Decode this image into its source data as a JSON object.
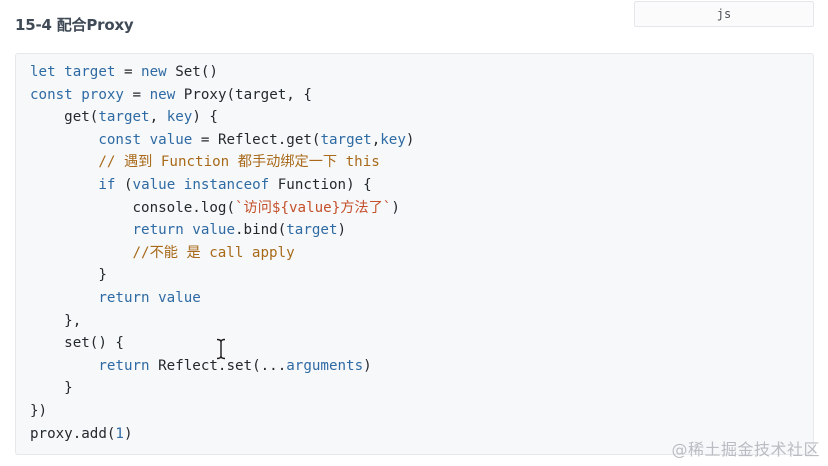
{
  "heading": "15-4 配合Proxy",
  "language_tag": "js",
  "watermark": "@稀土掘金技术社区",
  "colors": {
    "keyword": "#2e6aa3",
    "comment": "#a86a1a",
    "string": "#c4502b",
    "text": "#24292e",
    "code_background": "#f7f8fa"
  },
  "code": {
    "lines": [
      [
        {
          "t": "kw",
          "v": "let"
        },
        {
          "t": "plain",
          "v": " "
        },
        {
          "t": "kw",
          "v": "target"
        },
        {
          "t": "plain",
          "v": " = "
        },
        {
          "t": "kw",
          "v": "new"
        },
        {
          "t": "plain",
          "v": " Set()"
        }
      ],
      [
        {
          "t": "kw",
          "v": "const"
        },
        {
          "t": "plain",
          "v": " "
        },
        {
          "t": "kw",
          "v": "proxy"
        },
        {
          "t": "plain",
          "v": " = "
        },
        {
          "t": "kw",
          "v": "new"
        },
        {
          "t": "plain",
          "v": " Proxy(target, {"
        }
      ],
      [
        {
          "t": "plain",
          "v": "    get("
        },
        {
          "t": "kw",
          "v": "target"
        },
        {
          "t": "plain",
          "v": ", "
        },
        {
          "t": "kw",
          "v": "key"
        },
        {
          "t": "plain",
          "v": ") {"
        }
      ],
      [
        {
          "t": "plain",
          "v": "        "
        },
        {
          "t": "kw",
          "v": "const"
        },
        {
          "t": "plain",
          "v": " "
        },
        {
          "t": "kw",
          "v": "value"
        },
        {
          "t": "plain",
          "v": " = Reflect.get("
        },
        {
          "t": "kw",
          "v": "target"
        },
        {
          "t": "plain",
          "v": ","
        },
        {
          "t": "kw",
          "v": "key"
        },
        {
          "t": "plain",
          "v": ")"
        }
      ],
      [
        {
          "t": "plain",
          "v": "        "
        },
        {
          "t": "cmt",
          "v": "// 遇到 Function 都手动绑定一下 this"
        }
      ],
      [
        {
          "t": "plain",
          "v": "        "
        },
        {
          "t": "kw",
          "v": "if"
        },
        {
          "t": "plain",
          "v": " ("
        },
        {
          "t": "kw",
          "v": "value"
        },
        {
          "t": "plain",
          "v": " "
        },
        {
          "t": "kw",
          "v": "instanceof"
        },
        {
          "t": "plain",
          "v": " Function) {"
        }
      ],
      [
        {
          "t": "plain",
          "v": "            console.log("
        },
        {
          "t": "str",
          "v": "`访问${value}方法了`"
        },
        {
          "t": "plain",
          "v": ")"
        }
      ],
      [
        {
          "t": "plain",
          "v": "            "
        },
        {
          "t": "kw",
          "v": "return"
        },
        {
          "t": "plain",
          "v": " "
        },
        {
          "t": "kw",
          "v": "value"
        },
        {
          "t": "plain",
          "v": ".bind("
        },
        {
          "t": "kw",
          "v": "target"
        },
        {
          "t": "plain",
          "v": ")"
        }
      ],
      [
        {
          "t": "plain",
          "v": "            "
        },
        {
          "t": "cmt",
          "v": "//不能 是 call apply"
        }
      ],
      [
        {
          "t": "plain",
          "v": "        }"
        }
      ],
      [
        {
          "t": "plain",
          "v": "        "
        },
        {
          "t": "kw",
          "v": "return"
        },
        {
          "t": "plain",
          "v": " "
        },
        {
          "t": "kw",
          "v": "value"
        }
      ],
      [
        {
          "t": "plain",
          "v": "    },"
        }
      ],
      [
        {
          "t": "plain",
          "v": "    set() {"
        }
      ],
      [
        {
          "t": "plain",
          "v": "        "
        },
        {
          "t": "kw",
          "v": "return"
        },
        {
          "t": "plain",
          "v": " Reflect.set(..."
        },
        {
          "t": "kw",
          "v": "arguments"
        },
        {
          "t": "plain",
          "v": ")"
        }
      ],
      [
        {
          "t": "plain",
          "v": "    }"
        }
      ],
      [
        {
          "t": "plain",
          "v": "})"
        }
      ],
      [
        {
          "t": "plain",
          "v": "proxy.add("
        },
        {
          "t": "num",
          "v": "1"
        },
        {
          "t": "plain",
          "v": ")"
        }
      ]
    ]
  }
}
